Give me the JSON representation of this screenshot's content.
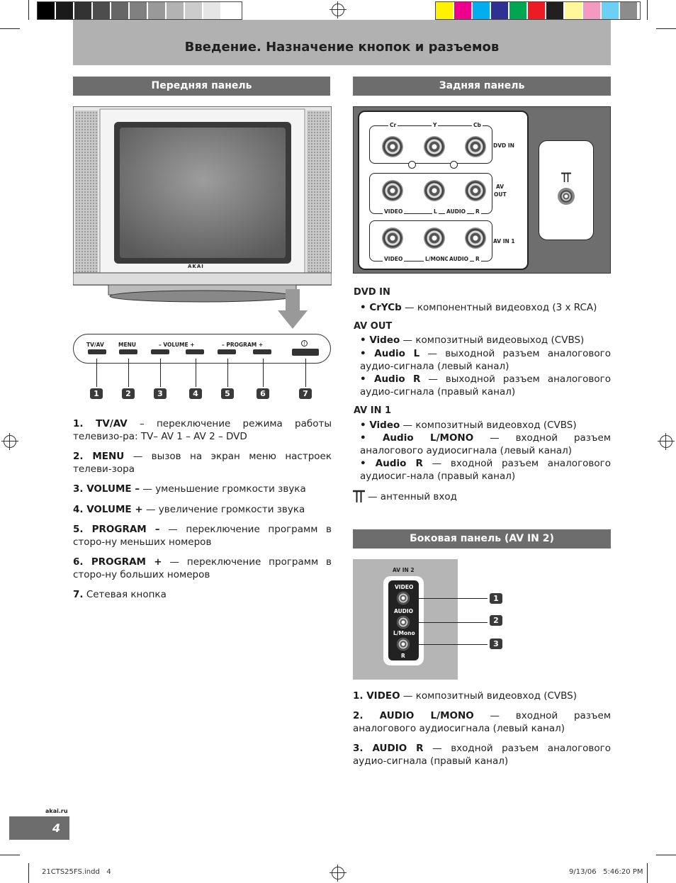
{
  "colors": {
    "gray_bar": [
      "#000000",
      "#1a1a1a",
      "#333333",
      "#4d4d4d",
      "#666666",
      "#808080",
      "#999999",
      "#b3b3b3",
      "#cccccc",
      "#e6e6e6",
      "#ffffff"
    ],
    "color_bar": [
      "#fff200",
      "#ec008c",
      "#00aeef",
      "#2e3192",
      "#00a651",
      "#ed1c24",
      "#231f20",
      "#fff799",
      "#f49ac1",
      "#6dcff6",
      "#8c8c8c"
    ]
  },
  "page_title": "Введение. Назначение кнопок и разъемов",
  "front": {
    "heading": "Передняя панель",
    "brand": "AKAI",
    "buttons": [
      "TV/AV",
      "MENU",
      "– VOLUME +",
      "– PROGRAM +"
    ],
    "numbers": [
      "1",
      "2",
      "3",
      "4",
      "5",
      "6",
      "7"
    ],
    "items": [
      {
        "key": "1. TV/AV",
        "text": " – переключение режима работы телевизо-ра:  TV– AV 1 – AV 2 – DVD"
      },
      {
        "key": "2. MENU",
        "text": " — вызов на экран меню настроек телеви-зора"
      },
      {
        "key": "3. VOLUME –",
        "text": " — уменьшение громкости звука"
      },
      {
        "key": "4. VOLUME +",
        "text": " — увеличение громкости звука"
      },
      {
        "key": "5. PROGRAM –",
        "text": " — переключение программ в сторо-ну меньших номеров"
      },
      {
        "key": "6. PROGRAM +",
        "text": " — переключение программ в сторо-ну больших номеров"
      },
      {
        "key": "7.",
        "text": " Сетевая кнопка"
      }
    ]
  },
  "back": {
    "heading": "Задняя панель",
    "labels": {
      "cr": "Cr",
      "y": "Y",
      "cb": "Cb",
      "dvd_in": "DVD IN",
      "av_out_1": "AV",
      "av_out_2": "OUT",
      "video_1": "VIDEO",
      "l": "L",
      "audio_1": "AUDIO",
      "r_1": "R",
      "av_in_1": "AV IN 1",
      "video_2": "VIDEO",
      "lmono": "L/MONO",
      "audio_2": "AUDIO",
      "r_2": "R"
    },
    "dvd_in_title": "DVD IN",
    "dvd_in_items": [
      {
        "key": "• CrYCb",
        "text": " — компонентный видеовход (3 х RCA)"
      }
    ],
    "av_out_title": "AV OUT",
    "av_out_items": [
      {
        "key": "• Video",
        "text": " — композитный видеовыход (CVBS)"
      },
      {
        "key": "• Audio L",
        "text": " — выходной разъем аналогового аудио-сигнала (левый канал)"
      },
      {
        "key": "• Audio R",
        "text": " — выходной разъем аналогового аудио-сигнала (правый канал)"
      }
    ],
    "av_in1_title": "AV IN 1",
    "av_in1_items": [
      {
        "key": "• Video",
        "text": " — композитный видеовход (CVBS)"
      },
      {
        "key": "• Audio L/MONO",
        "text": " — входной разъем аналогового аудиосигнала (левый канал)"
      },
      {
        "key": "• Audio R",
        "text": " — входной разъем аналогового аудиосиг-нала (правый канал)"
      }
    ],
    "antenna_text": "— антенный вход"
  },
  "side": {
    "heading": "Боковая панель (AV IN 2)",
    "labels": {
      "av_in2": "AV IN 2",
      "video": "VIDEO",
      "audio": "AUDIO",
      "lmono": "L/Mono",
      "r": "R"
    },
    "numbers": [
      "1",
      "2",
      "3"
    ],
    "items": [
      {
        "key": "1. VIDEO",
        "text": " — композитный видеовход (CVBS)"
      },
      {
        "key": "2. AUDIO L/MONO",
        "text": " — входной разъем аналогового аудиосигнала (левый канал)"
      },
      {
        "key": "3. AUDIO R",
        "text": " — входной разъем аналогового аудио-сигнала (правый канал)"
      }
    ]
  },
  "footer": {
    "site": "akai.ru",
    "page_number": "4",
    "file": "21CTS25FS.indd   4",
    "timestamp": "9/13/06   5:46:20 PM"
  }
}
